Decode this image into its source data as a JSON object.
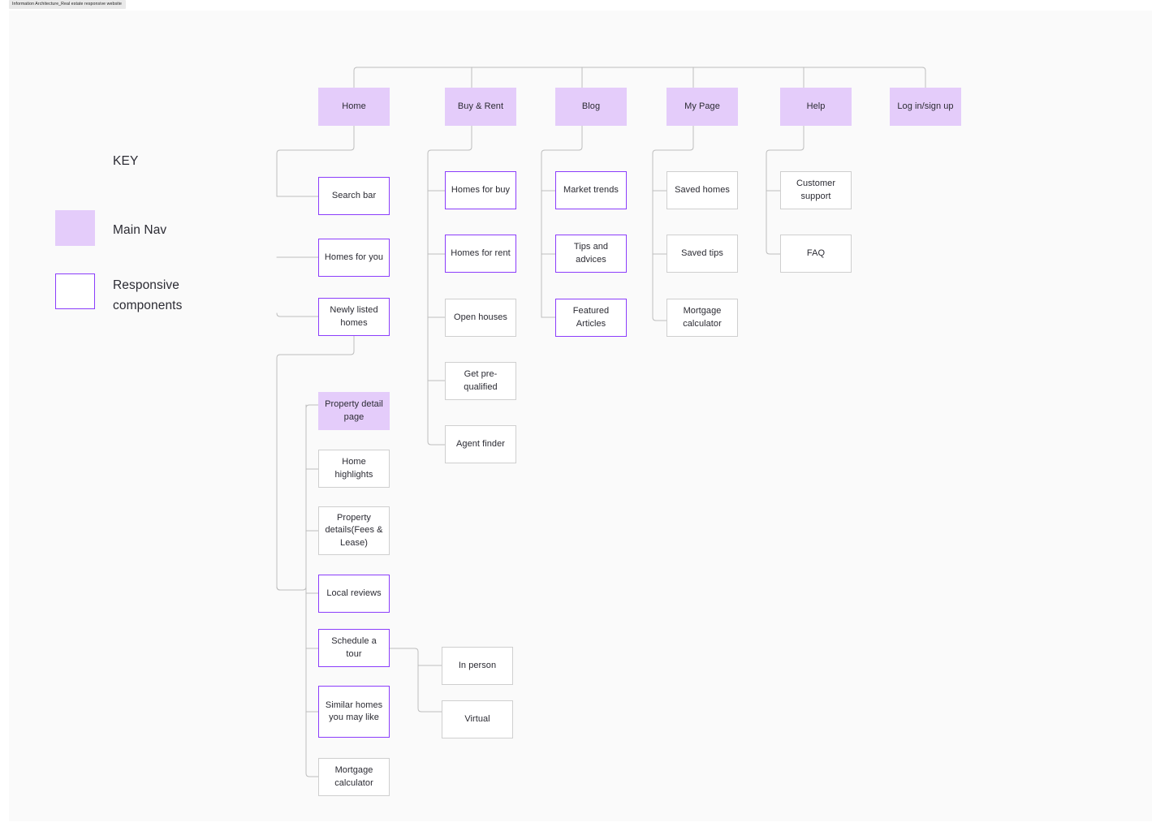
{
  "frame": {
    "label": "Information Architecture_Real estate responsive website"
  },
  "colors": {
    "main_nav_fill": "#E4CCFA",
    "responsive_border": "#8B3DFB",
    "plain_border": "#CFCFCF",
    "connector": "#BDBDBD",
    "canvas_background": "#FAFAFA",
    "text": "#2B2B33"
  },
  "key": {
    "title": "KEY",
    "items": [
      {
        "swatch": "main",
        "label": "Main Nav"
      },
      {
        "swatch": "resp",
        "label": "Responsive\ncomponents"
      }
    ]
  },
  "nodes": {
    "home": "Home",
    "buy_rent": "Buy & Rent",
    "blog": "Blog",
    "my_page": "My Page",
    "help": "Help",
    "login_signup": "Log in/sign up",
    "search_bar": "Search bar",
    "homes_for_you": "Homes for you",
    "newly_listed_homes": "Newly listed homes",
    "homes_for_buy": "Homes for buy",
    "homes_for_rent": "Homes for rent",
    "open_houses": "Open houses",
    "get_pre_qualified": "Get pre-qualified",
    "agent_finder": "Agent finder",
    "market_trends": "Market trends",
    "tips_and_advices": "Tips and advices",
    "featured_articles": "Featured Articles",
    "saved_homes": "Saved homes",
    "saved_tips": "Saved tips",
    "mortgage_calculator_mypage": "Mortgage calculator",
    "customer_support": "Customer support",
    "faq": "FAQ",
    "property_detail_page": "Property detail page",
    "home_highlights": "Home highlights",
    "property_details_fees": "Property details(Fees & Lease)",
    "local_reviews": "Local reviews",
    "schedule_a_tour": "Schedule a tour",
    "similar_homes": "Similar homes you may like",
    "mortgage_calculator_detail": "Mortgage calculator",
    "in_person": "In person",
    "virtual": "Virtual"
  }
}
